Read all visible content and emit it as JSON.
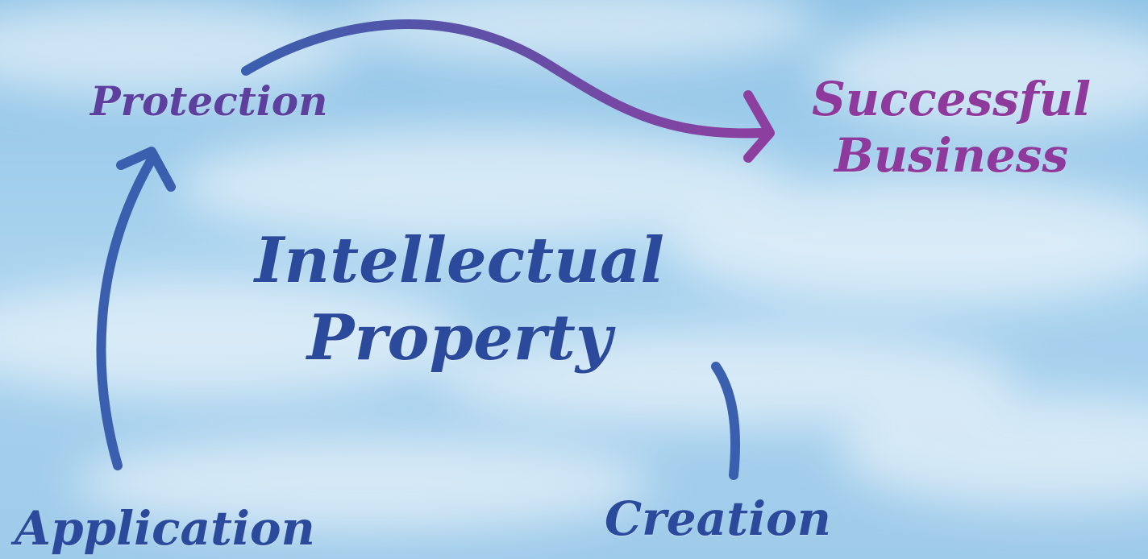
{
  "labels": {
    "protection": "Protection",
    "successful_line1": "Successful",
    "successful_line2": "Business",
    "title_line1": "Intellectual",
    "title_line2": "Property",
    "application": "Application",
    "creation": "Creation"
  },
  "colors": {
    "sky": "#a9d3ee",
    "arrow_blue": "#3a5fae",
    "arrow_purple": "#8c3f9f",
    "text_blue": "#2c4a9c",
    "text_purple": "#8e3a9c"
  }
}
